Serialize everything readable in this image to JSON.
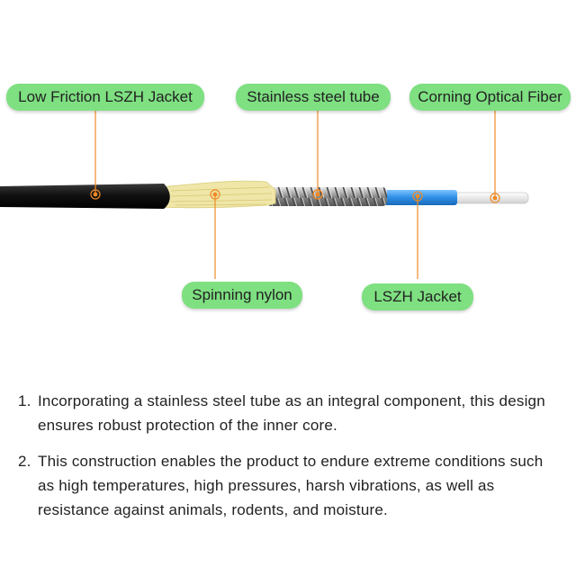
{
  "callouts": {
    "outer_jacket": "Low Friction LSZH Jacket",
    "steel_tube": "Stainless steel tube",
    "optical_fiber": "Corning Optical Fiber",
    "nylon": "Spinning nylon",
    "inner_jacket": "LSZH Jacket"
  },
  "colors": {
    "label_bg": "#7ee081",
    "leader": "#f08a24",
    "outer_jacket": "#1b1b1b",
    "nylon": "#efe6a8",
    "steel": "#9a9a9a",
    "inner_jacket": "#2e8fe6",
    "fiber": "#f2f2f2"
  },
  "notes": [
    {
      "number": "1.",
      "text": "Incorporating a stainless steel tube as an integral component, this design ensures robust protection of the inner core."
    },
    {
      "number": "2.",
      "text": "This construction enables the product to endure extreme conditions such as high temperatures, high pressures, harsh vibrations, as well as resistance against animals, rodents, and moisture."
    }
  ]
}
